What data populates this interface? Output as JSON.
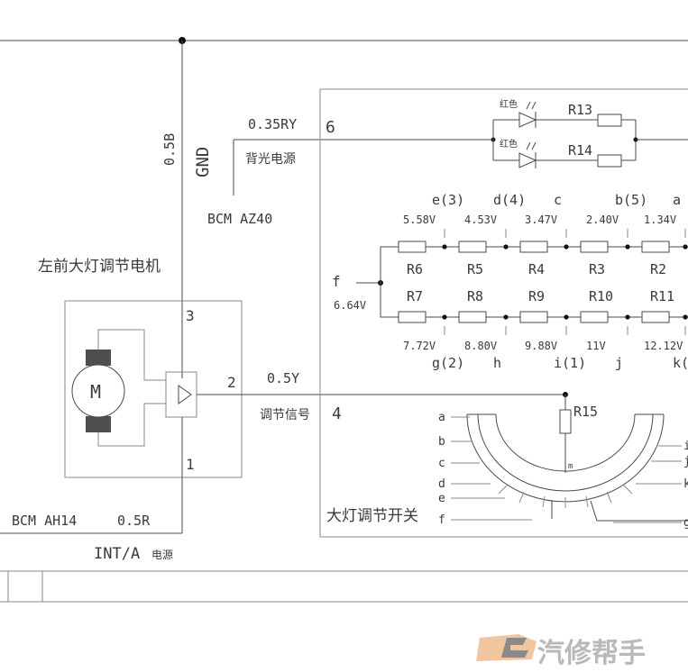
{
  "wires": {
    "gnd_size": "0.5B",
    "gnd_label": "GND",
    "backlight_size": "0.35RY",
    "backlight_pin": "6",
    "backlight_name": "背光电源",
    "bcm_backlight": "BCM AZ40",
    "signal_size": "0.5Y",
    "signal_pin": "4",
    "signal_name": "调节信号",
    "bcm_power": "BCM AH14",
    "power_size": "0.5R",
    "power_name": "INT/A",
    "power_suffix": "电源"
  },
  "motor": {
    "title": "左前大灯调节电机",
    "symbol": "M",
    "pin_top": "3",
    "pin_signal": "2",
    "pin_bottom": "1"
  },
  "switch": {
    "title": "大灯调节开关",
    "led1_color": "红色",
    "led2_color": "红色",
    "r13": "R13",
    "r14": "R14",
    "r15": "R15",
    "wiper": "m",
    "node_f": "f",
    "voltage_f": "6.64V",
    "top_row": [
      {
        "res": "R6",
        "node": "e(3)",
        "volt": "5.58V"
      },
      {
        "res": "R5",
        "node": "d(4)",
        "volt": "4.53V"
      },
      {
        "res": "R4",
        "node": "c",
        "volt": "3.47V"
      },
      {
        "res": "R3",
        "node": "b(5)",
        "volt": "2.40V"
      },
      {
        "res": "R2",
        "node": "a",
        "volt": "1.34V"
      }
    ],
    "bottom_row": [
      {
        "res": "R7",
        "node": "g(2)",
        "volt": "7.72V"
      },
      {
        "res": "R8",
        "node": "h",
        "volt": "8.80V"
      },
      {
        "res": "R9",
        "node": "i(1)",
        "volt": "9.88V"
      },
      {
        "res": "R10",
        "node": "j",
        "volt": "11V"
      },
      {
        "res": "R11",
        "node": "k(",
        "volt": "12.12V"
      }
    ],
    "arc_labels_left": [
      "a",
      "b",
      "c",
      "d",
      "e",
      "f"
    ],
    "arc_labels_right": [
      "i",
      "j",
      "k",
      "g"
    ]
  },
  "watermark": {
    "brand": "汽修帮手"
  }
}
